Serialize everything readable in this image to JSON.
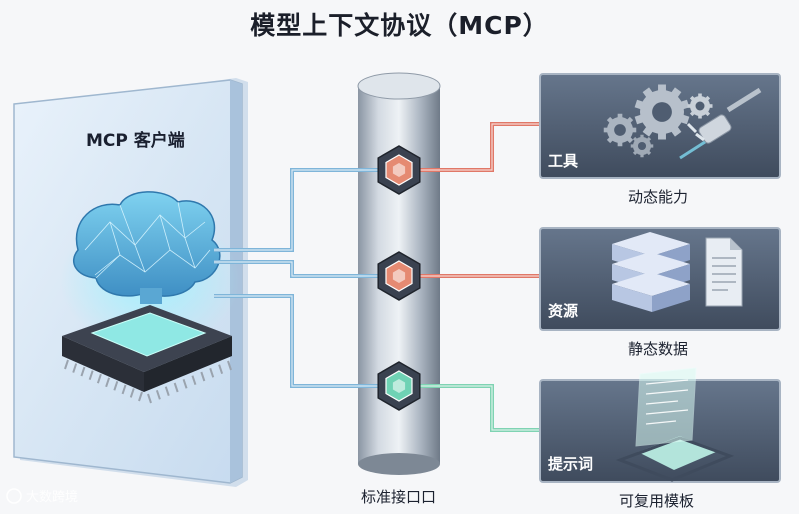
{
  "title": "模型上下文协议（MCP）",
  "client": {
    "label": "MCP 客户端"
  },
  "bus": {
    "label": "标准接口口"
  },
  "ports": [
    {
      "color": "#e58a72"
    },
    {
      "color": "#e58a72"
    },
    {
      "color": "#6fd2b4"
    }
  ],
  "services": [
    {
      "panel_label": "工具",
      "caption": "动态能力",
      "line_color": "#e07868",
      "icons": [
        "gear-icon",
        "plug-icon"
      ]
    },
    {
      "panel_label": "资源",
      "caption": "静态数据",
      "line_color": "#e07868",
      "icons": [
        "database-icon",
        "document-icon"
      ]
    },
    {
      "panel_label": "提示词",
      "caption": "可复用模板",
      "line_color": "#7fd3b3",
      "icons": [
        "template-icon"
      ]
    }
  ],
  "client_line_color": "#7fb5d9",
  "watermark": "大数跨境"
}
